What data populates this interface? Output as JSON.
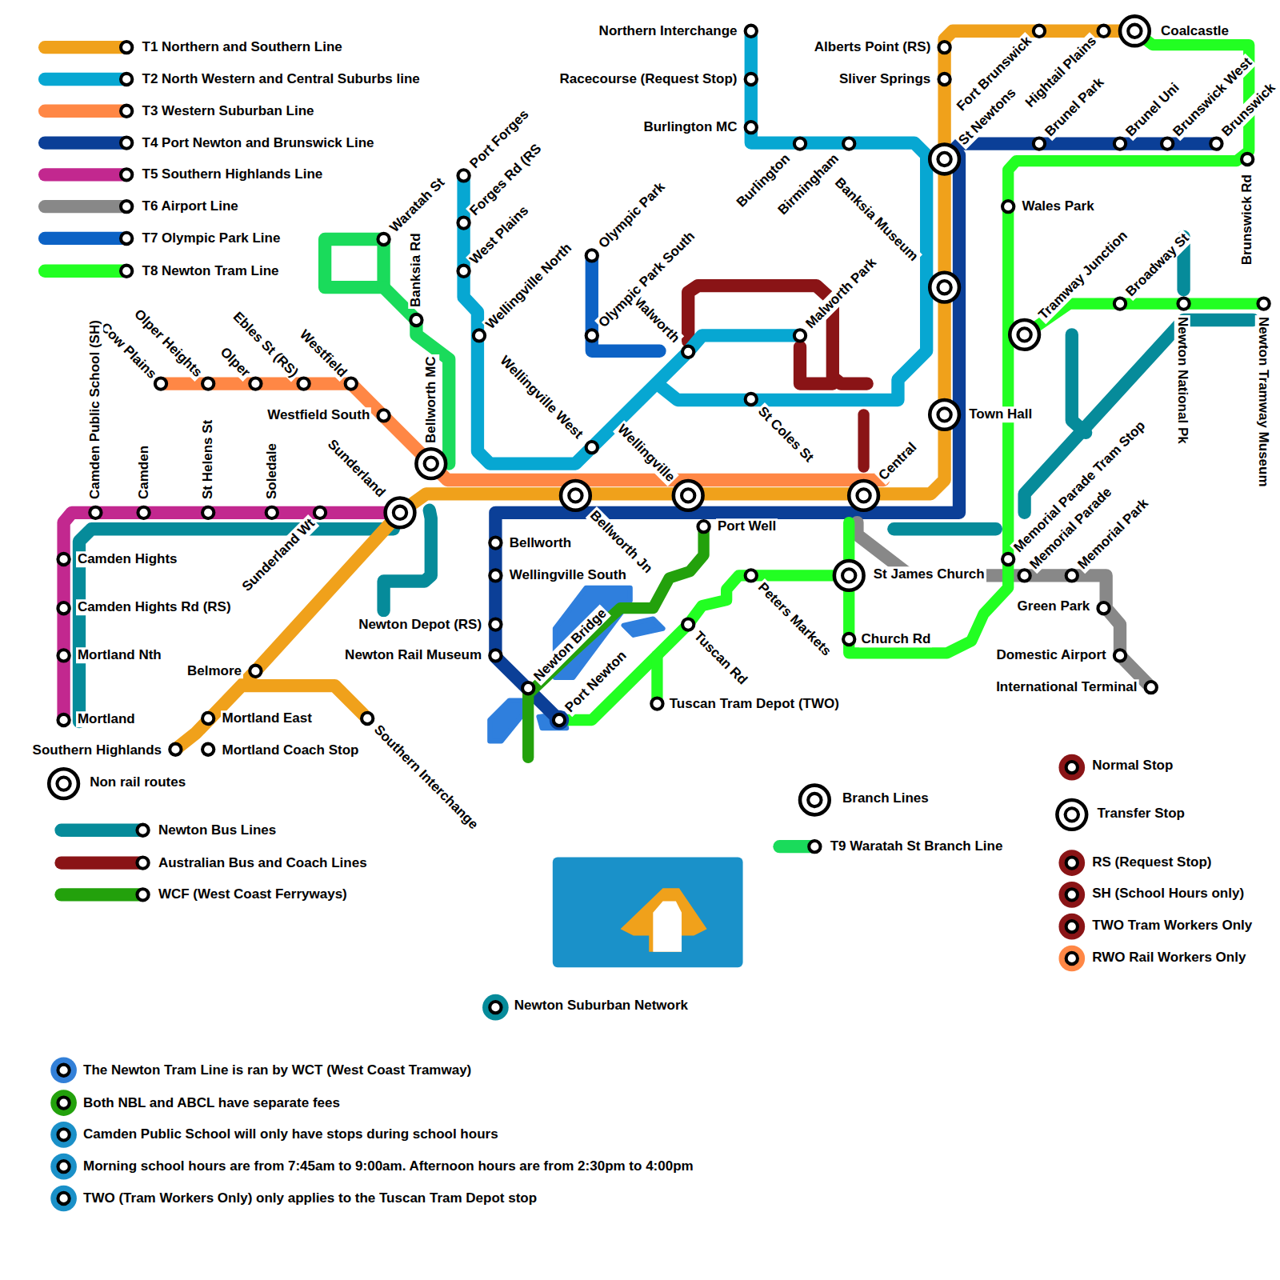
{
  "diagram": {
    "labels": [
      "Northern Interchange",
      "Racecourse (Request Stop)",
      "Burlington MC",
      "Burlington",
      "Birmingham",
      "Banksia Museum",
      "Alberts Point (RS)",
      "Sliver Springs",
      "Fort Brunswick",
      "St Newtons",
      "Hightail Plains",
      "Brunel Park",
      "Brunel Uni",
      "Brunswick West",
      "Brunswick",
      "Coalcastle",
      "Brunswick Rd",
      "Wales Park",
      "Tramway Junction",
      "Broadway St",
      "Newton National Pk",
      "Newton Tramway Museum",
      "Town Hall",
      "Central",
      "St Coles St",
      "Malworth Park",
      "Malworth",
      "Olympic Park South",
      "Olympic Park",
      "Wellingville North",
      "West Plains",
      "Forges Rd (RS",
      "Port Forges",
      "Wellingville West",
      "Wellingville",
      "Bellworth Jn",
      "Port Well",
      "Bellworth",
      "Wellingville South",
      "Newton Depot (RS)",
      "Newton Rail Museum",
      "Newton Bridge",
      "Port Newton",
      "Tuscan Rd",
      "Tuscan Tram Depot (TWO)",
      "Peters Markets",
      "St James Church",
      "Church Rd",
      "Memorial Parade Tram Stop",
      "Memorial Parade",
      "Memorial Park",
      "Green Park",
      "Domestic Airport",
      "International Terminal",
      "Bellworth MC",
      "Banksia Rd",
      "Waratah St",
      "Westfield",
      "Ebles St (RS)",
      "Olper",
      "Olper Heights",
      "Cow Plains",
      "Westfield South",
      "Sunderland",
      "Camden Public School (SH)",
      "Camden",
      "St Helens St",
      "Soledale",
      "Sunderland Wt",
      "Camden Hights",
      "Camden Hights Rd (RS)",
      "Mortland Nth",
      "Mortland",
      "Belmore",
      "Mortland East",
      "Mortland Coach Stop",
      "Southern Highlands",
      "Southern Interchange"
    ],
    "legend": [
      {
        "text": "T1 Northern and Southern Line",
        "color": "#F0A11B"
      },
      {
        "text": "T2 North Western and Central Suburbs line",
        "color": "#07A7D2"
      },
      {
        "text": "T3 Western Suburban Line",
        "color": "#FF8745"
      },
      {
        "text": "T4 Port Newton and Brunswick Line",
        "color": "#0B3F97"
      },
      {
        "text": "T5 Southern Highlands Line",
        "color": "#C2288F"
      },
      {
        "text": "T6 Airport Line",
        "color": "#888888"
      },
      {
        "text": "T7 Olympic Park Line",
        "color": "#0C62C5"
      },
      {
        "text": "T8 Newton Tram Line",
        "color": "#22FF22"
      },
      {
        "text": "Non rail routes"
      },
      {
        "text": "Newton Bus Lines",
        "color": "#068B9A"
      },
      {
        "text": "Australian Bus and Coach Lines",
        "color": "#8A1416"
      },
      {
        "text": "WCF (West Coast Ferryways)",
        "color": "#23A10C"
      },
      {
        "text": "Branch Lines"
      },
      {
        "text": "T9 Waratah St Branch Line",
        "color": "#1ADB5B"
      },
      {
        "text": "Normal Stop"
      },
      {
        "text": "Transfer Stop"
      },
      {
        "text": "RS (Request Stop)"
      },
      {
        "text": "SH (School Hours only)"
      },
      {
        "text": "TWO Tram Workers Only"
      },
      {
        "text": "RWO Rail Workers Only"
      },
      {
        "text": "Newton Suburban Network"
      },
      {
        "text": "The Newton Tram Line is ran by WCT (West Coast Tramway)"
      },
      {
        "text": "Both NBL and ABCL have separate fees"
      },
      {
        "text": "Camden Public School will only have stops during school hours"
      },
      {
        "text": "Morning school hours are from 7:45am to 9:00am. Afternoon hours are from 2:30pm to 4:00pm"
      },
      {
        "text": "TWO (Tram Workers Only) only applies to the Tuscan Tram Depot stop"
      }
    ]
  }
}
